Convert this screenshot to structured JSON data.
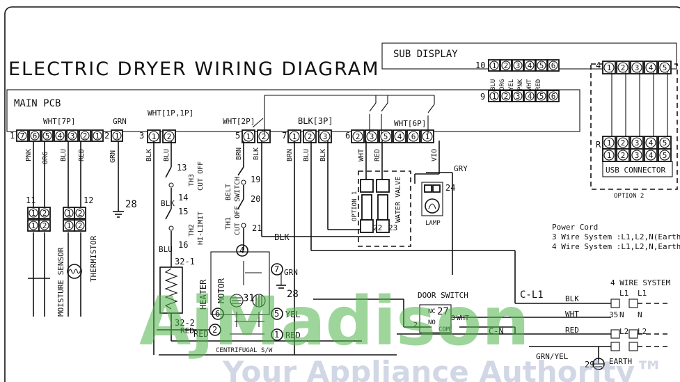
{
  "title": "ELECTRIC DRYER WIRING DIAGRAM",
  "main_pcb": {
    "label": "MAIN PCB"
  },
  "sub_display": {
    "label": "SUB DISPLAY",
    "row10_num": "10",
    "row9_num": "9",
    "wires": [
      "BLU",
      "ORG",
      "YEL",
      "PNK",
      "WHT",
      "RED"
    ]
  },
  "connectors": {
    "c1": {
      "num": "1",
      "label": "WHT[7P]",
      "pins": [
        "7",
        "6",
        "5",
        "4",
        "3",
        "2",
        "1"
      ]
    },
    "c2": {
      "num": "2",
      "label": "GRN",
      "pins": [
        "1"
      ]
    },
    "c3": {
      "num": "3",
      "label": "WHT[1P,1P]",
      "pins": [
        "1",
        "2"
      ]
    },
    "c5": {
      "num": "5",
      "label": "WHT[2P]",
      "pins": [
        "1",
        "2"
      ]
    },
    "c7": {
      "num": "7",
      "label": "BLK[3P]",
      "pins": [
        "1",
        "2",
        "3"
      ]
    },
    "c6": {
      "num": "6",
      "label": "WHT[6P]",
      "pins": [
        "2",
        "3",
        "5",
        "4",
        "6",
        "1"
      ]
    },
    "c4": {
      "num": "4",
      "pins": [
        "1",
        "2",
        "3",
        "4",
        "5"
      ]
    },
    "cR": {
      "num": "R",
      "pins": [
        "1",
        "2",
        "3",
        "4",
        "5"
      ]
    }
  },
  "wire_labels": {
    "c1": [
      "PNK",
      "ORG",
      "BLU",
      "RED"
    ],
    "grn": "GRN",
    "c3": [
      "BLK",
      "BLU"
    ],
    "c5": [
      "BRN",
      "BLK"
    ],
    "c7": [
      "BRN",
      "BLU",
      "BLK"
    ],
    "c6": [
      "WHT",
      "RED",
      "VIO"
    ],
    "gry": "GRY",
    "blk_mid": "BLK",
    "blk_heater": "BLK",
    "blu_heater": "BLU",
    "red_heater": "RED",
    "motor_grn": "GRN",
    "motor_yel": "YEL",
    "motor_red": "RED"
  },
  "components": {
    "moisture_sensor": "MOISTURE SENSOR",
    "thermistor": "THERMISTOR",
    "th3": "TH3",
    "cut_off": "CUT OFF",
    "th2": "TH2",
    "hi_limit": "HI-LIMIT",
    "belt_switch": [
      "BELT",
      "SWITCH"
    ],
    "th1": "TH1",
    "th1_cutoff": "CUT OFF",
    "heater": "HEATER",
    "motor": "MOTOR",
    "centrifugal": "CENTRIFUGAL S/W",
    "option1": "OPTION 1",
    "water_valve": "WATER VALVE",
    "lamp": "LAMP",
    "usb": "USB CONNECTOR",
    "option2": "OPTION 2",
    "door_switch": "DOOR SWITCH",
    "door_nc": "NC",
    "door_no": "NO",
    "door_com": "COM",
    "door_2": "2",
    "door_3": "3"
  },
  "ref_numbers": {
    "n11": "11",
    "n12": "12",
    "n13": "13",
    "n14": "14",
    "n15": "15",
    "n16": "16",
    "n19": "19",
    "n20": "20",
    "n21": "21",
    "n22": "22",
    "n23": "23",
    "n24": "24",
    "n27": "27",
    "n28a": "28",
    "n28b": "28",
    "n29": "29",
    "n31": "31",
    "n35": "35",
    "n32_1": "32-1",
    "n32_2": "32-2"
  },
  "motor_terminals": {
    "t4": "4",
    "t6": "6",
    "t2": "2",
    "t7": "7",
    "t5": "5",
    "t1": "1"
  },
  "power_cord": {
    "title": "Power Cord",
    "line1": "3 Wire System :L1,L2,N(Earth)",
    "line2": "4 Wire System :L1,L2,N,Earth"
  },
  "four_wire": {
    "title": "4 WIRE SYSTEM",
    "cl1": "C-L1",
    "cn": "C-N",
    "grn_yel": "GRN/YEL",
    "earth": "EARTH",
    "rows": [
      {
        "color": "BLK",
        "t1": "L1",
        "t2": "L1"
      },
      {
        "color": "WHT",
        "t1": "N",
        "t2": "N"
      },
      {
        "color": "RED",
        "t1": "L2",
        "t2": "L2"
      }
    ]
  },
  "watermark": {
    "brand": "AjMadison",
    "tagline": "Your Appliance Authority™"
  }
}
